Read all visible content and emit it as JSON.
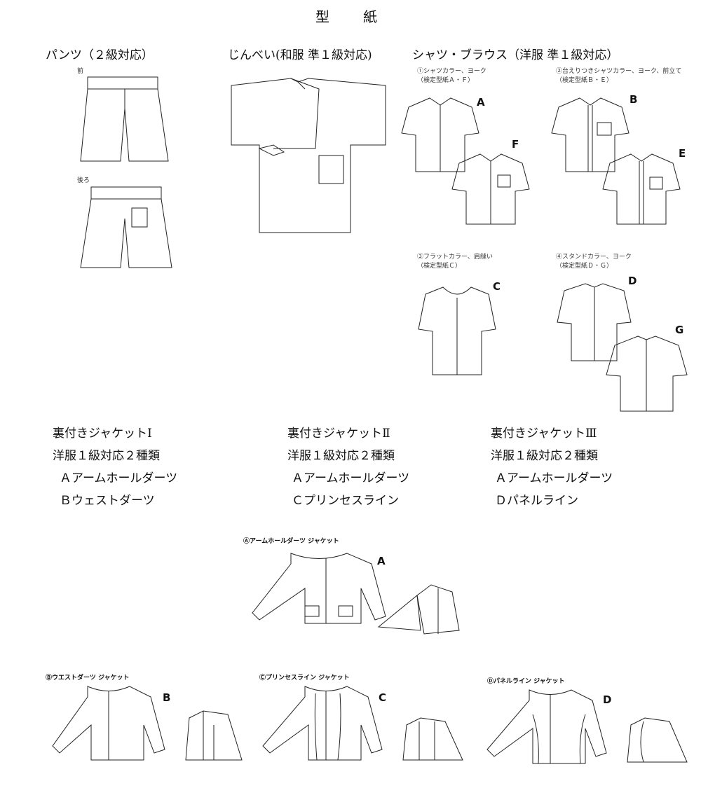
{
  "title": "型　紙",
  "sections": {
    "pants": {
      "heading": "パンツ（２級対応）",
      "front": "前",
      "back": "後ろ"
    },
    "jinbei": {
      "heading": "じんべい(和服 準１級対応)"
    },
    "shirts": {
      "heading": "シャツ・ブラウス（洋服 準１級対応）",
      "items": [
        {
          "line1": "①シャツカラー、ヨーク",
          "line2": "（検定型紙Ａ・Ｆ）",
          "labels": [
            "A",
            "F"
          ]
        },
        {
          "line1": "②台えりつきシャツカラー、ヨーク、前立て",
          "line2": "（検定型紙Ｂ・Ｅ）",
          "labels": [
            "B",
            "E"
          ]
        },
        {
          "line1": "③フラットカラー、肩縫い",
          "line2": "（検定型紙Ｃ）",
          "labels": [
            "C"
          ]
        },
        {
          "line1": "④スタンドカラー、ヨーク",
          "line2": "（検定型紙Ｄ・Ｇ）",
          "labels": [
            "D",
            "G"
          ]
        }
      ]
    }
  },
  "jackets": [
    {
      "name": "裏付きジャケットⅠ",
      "grade": "洋服１級対応２種類",
      "types": [
        "Ａアームホールダーツ",
        "Ｂウェストダーツ"
      ]
    },
    {
      "name": "裏付きジャケットⅡ",
      "grade": "洋服１級対応２種類",
      "types": [
        "Ａアームホールダーツ",
        "Ｃプリンセスライン"
      ]
    },
    {
      "name": "裏付きジャケットⅢ",
      "grade": "洋服１級対応２種類",
      "types": [
        "Ａアームホールダーツ",
        "Ｄパネルライン"
      ]
    }
  ],
  "jacket_drawings": [
    {
      "caption": "Ⓐアームホールダーツ ジャケット",
      "label": "A"
    },
    {
      "caption": "Ⓑウエストダーツ ジャケット",
      "label": "B"
    },
    {
      "caption": "Ⓒプリンセスライン ジャケット",
      "label": "C"
    },
    {
      "caption": "Ⓓパネルライン ジャケット",
      "label": "D"
    }
  ]
}
